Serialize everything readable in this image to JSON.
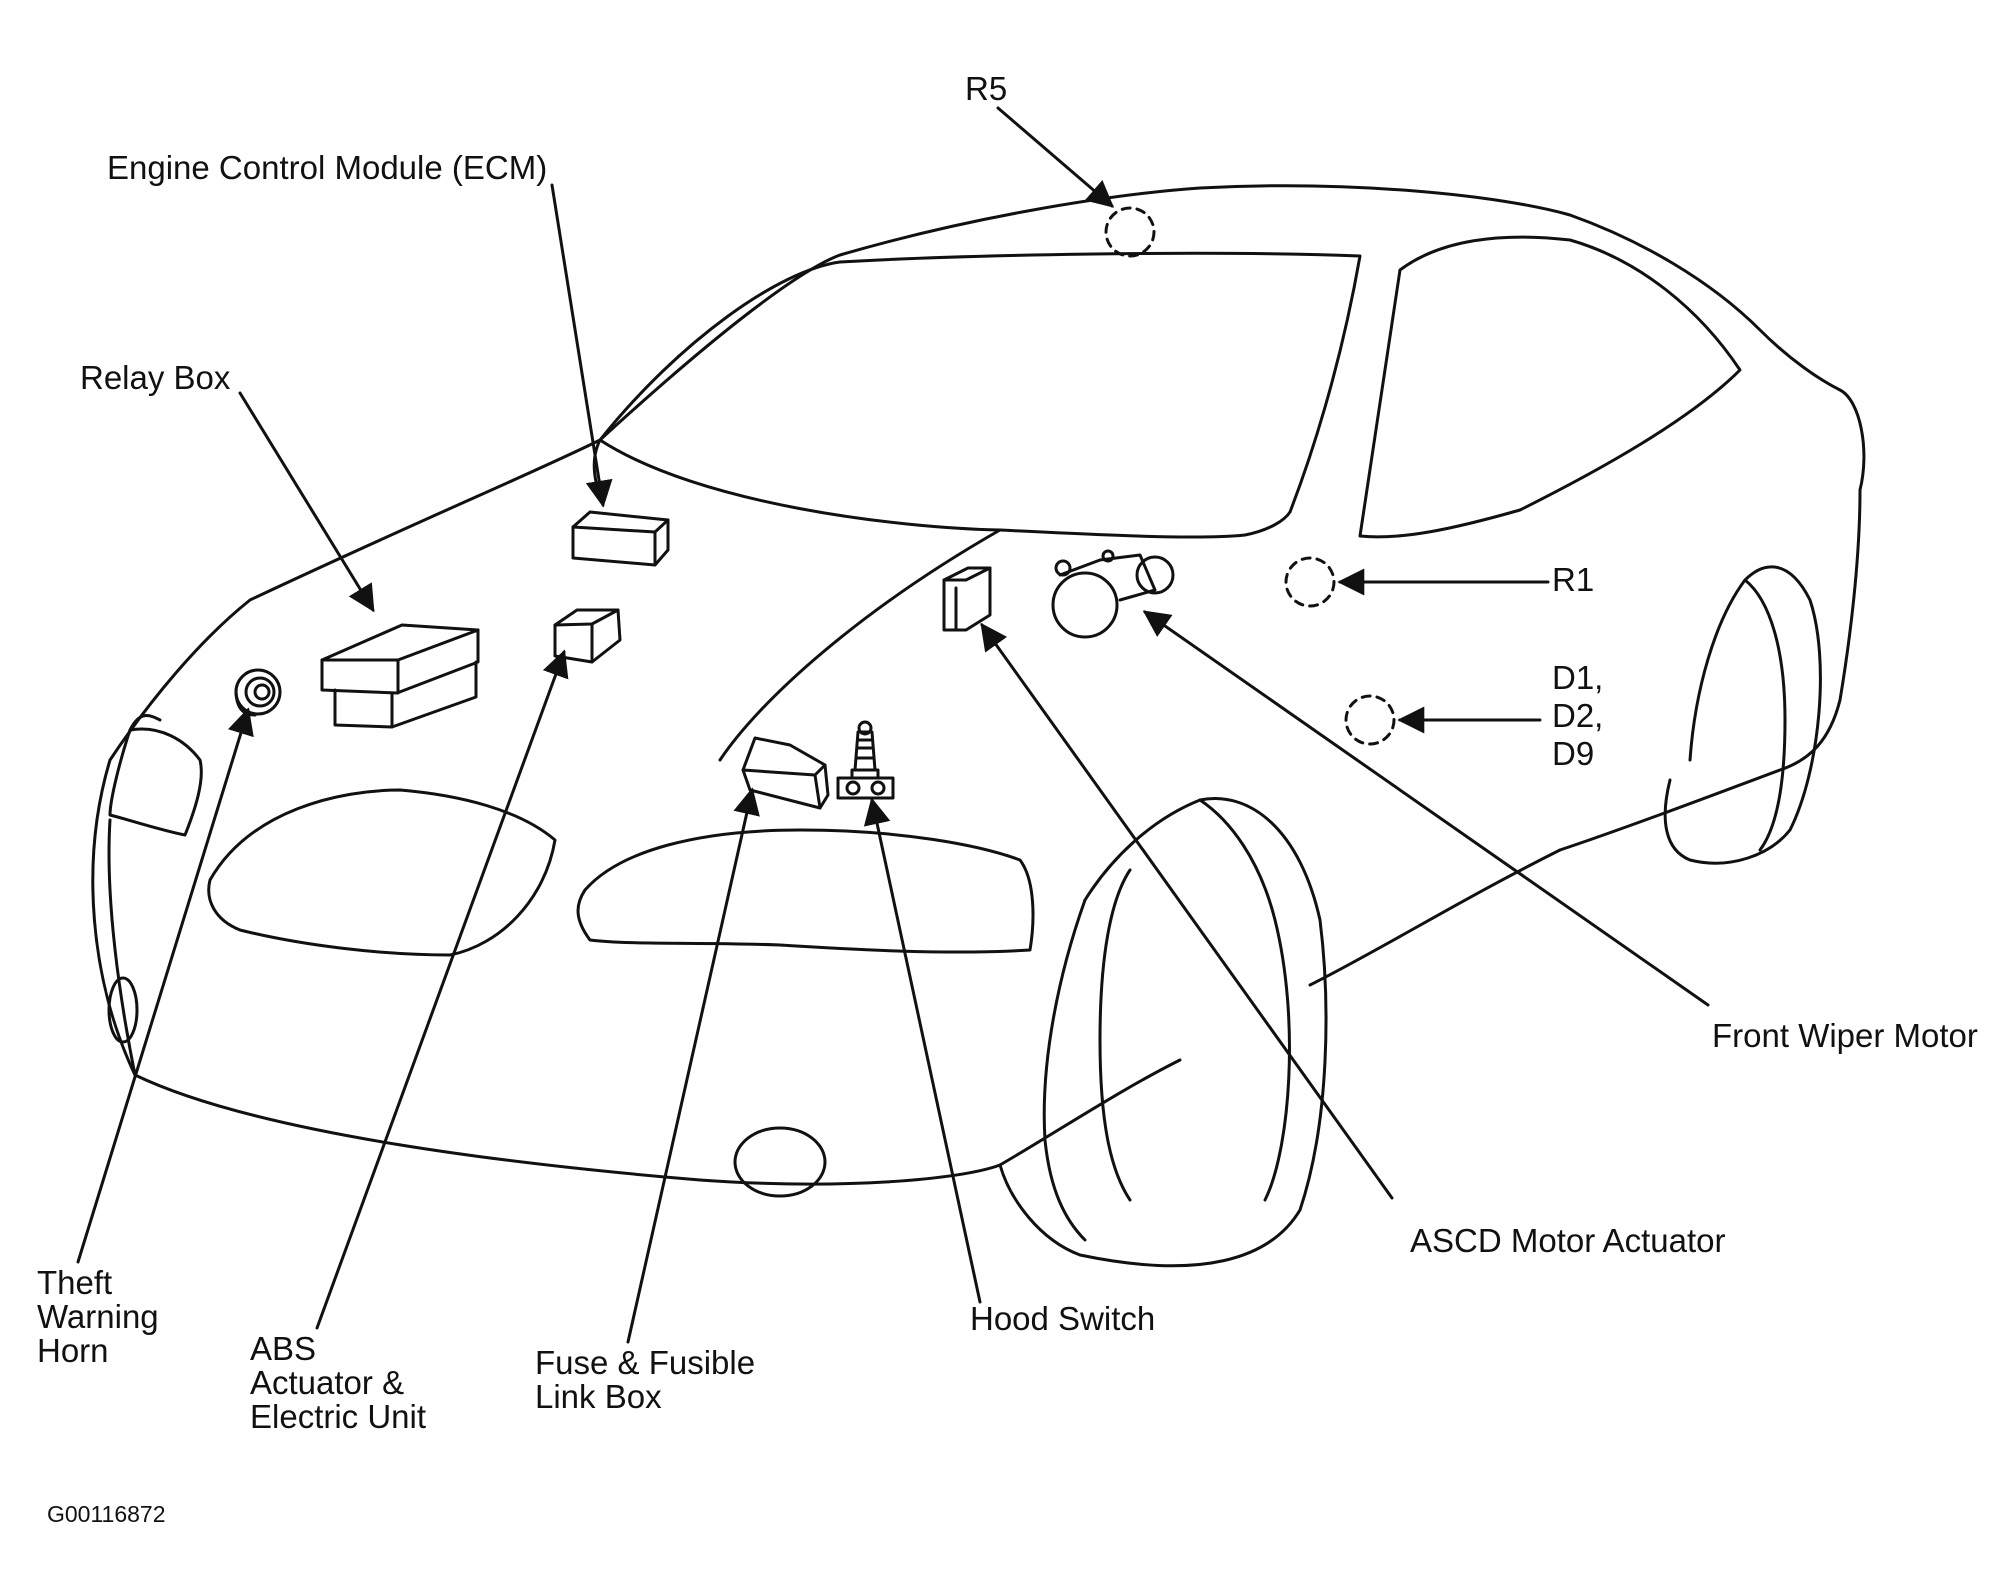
{
  "diagram": {
    "figure_id": "G00116872",
    "colors": {
      "ink": "#111111",
      "paper": "#ffffff"
    },
    "labels": {
      "r5": [
        "R5"
      ],
      "ecm": [
        "Engine Control Module (ECM)"
      ],
      "relay_box": [
        "Relay Box"
      ],
      "r1": [
        "R1"
      ],
      "d_connectors": [
        "D1,",
        "D2,",
        "D9"
      ],
      "front_wiper_motor": [
        "Front Wiper Motor"
      ],
      "ascd_motor_actuator": [
        "ASCD Motor Actuator"
      ],
      "hood_switch": [
        "Hood Switch"
      ],
      "fuse_link_box": [
        "Fuse & Fusible",
        "Link Box"
      ],
      "abs_actuator": [
        "ABS",
        "Actuator &",
        "Electric Unit"
      ],
      "theft_warning_horn": [
        "Theft",
        "Warning",
        "Horn"
      ]
    }
  }
}
